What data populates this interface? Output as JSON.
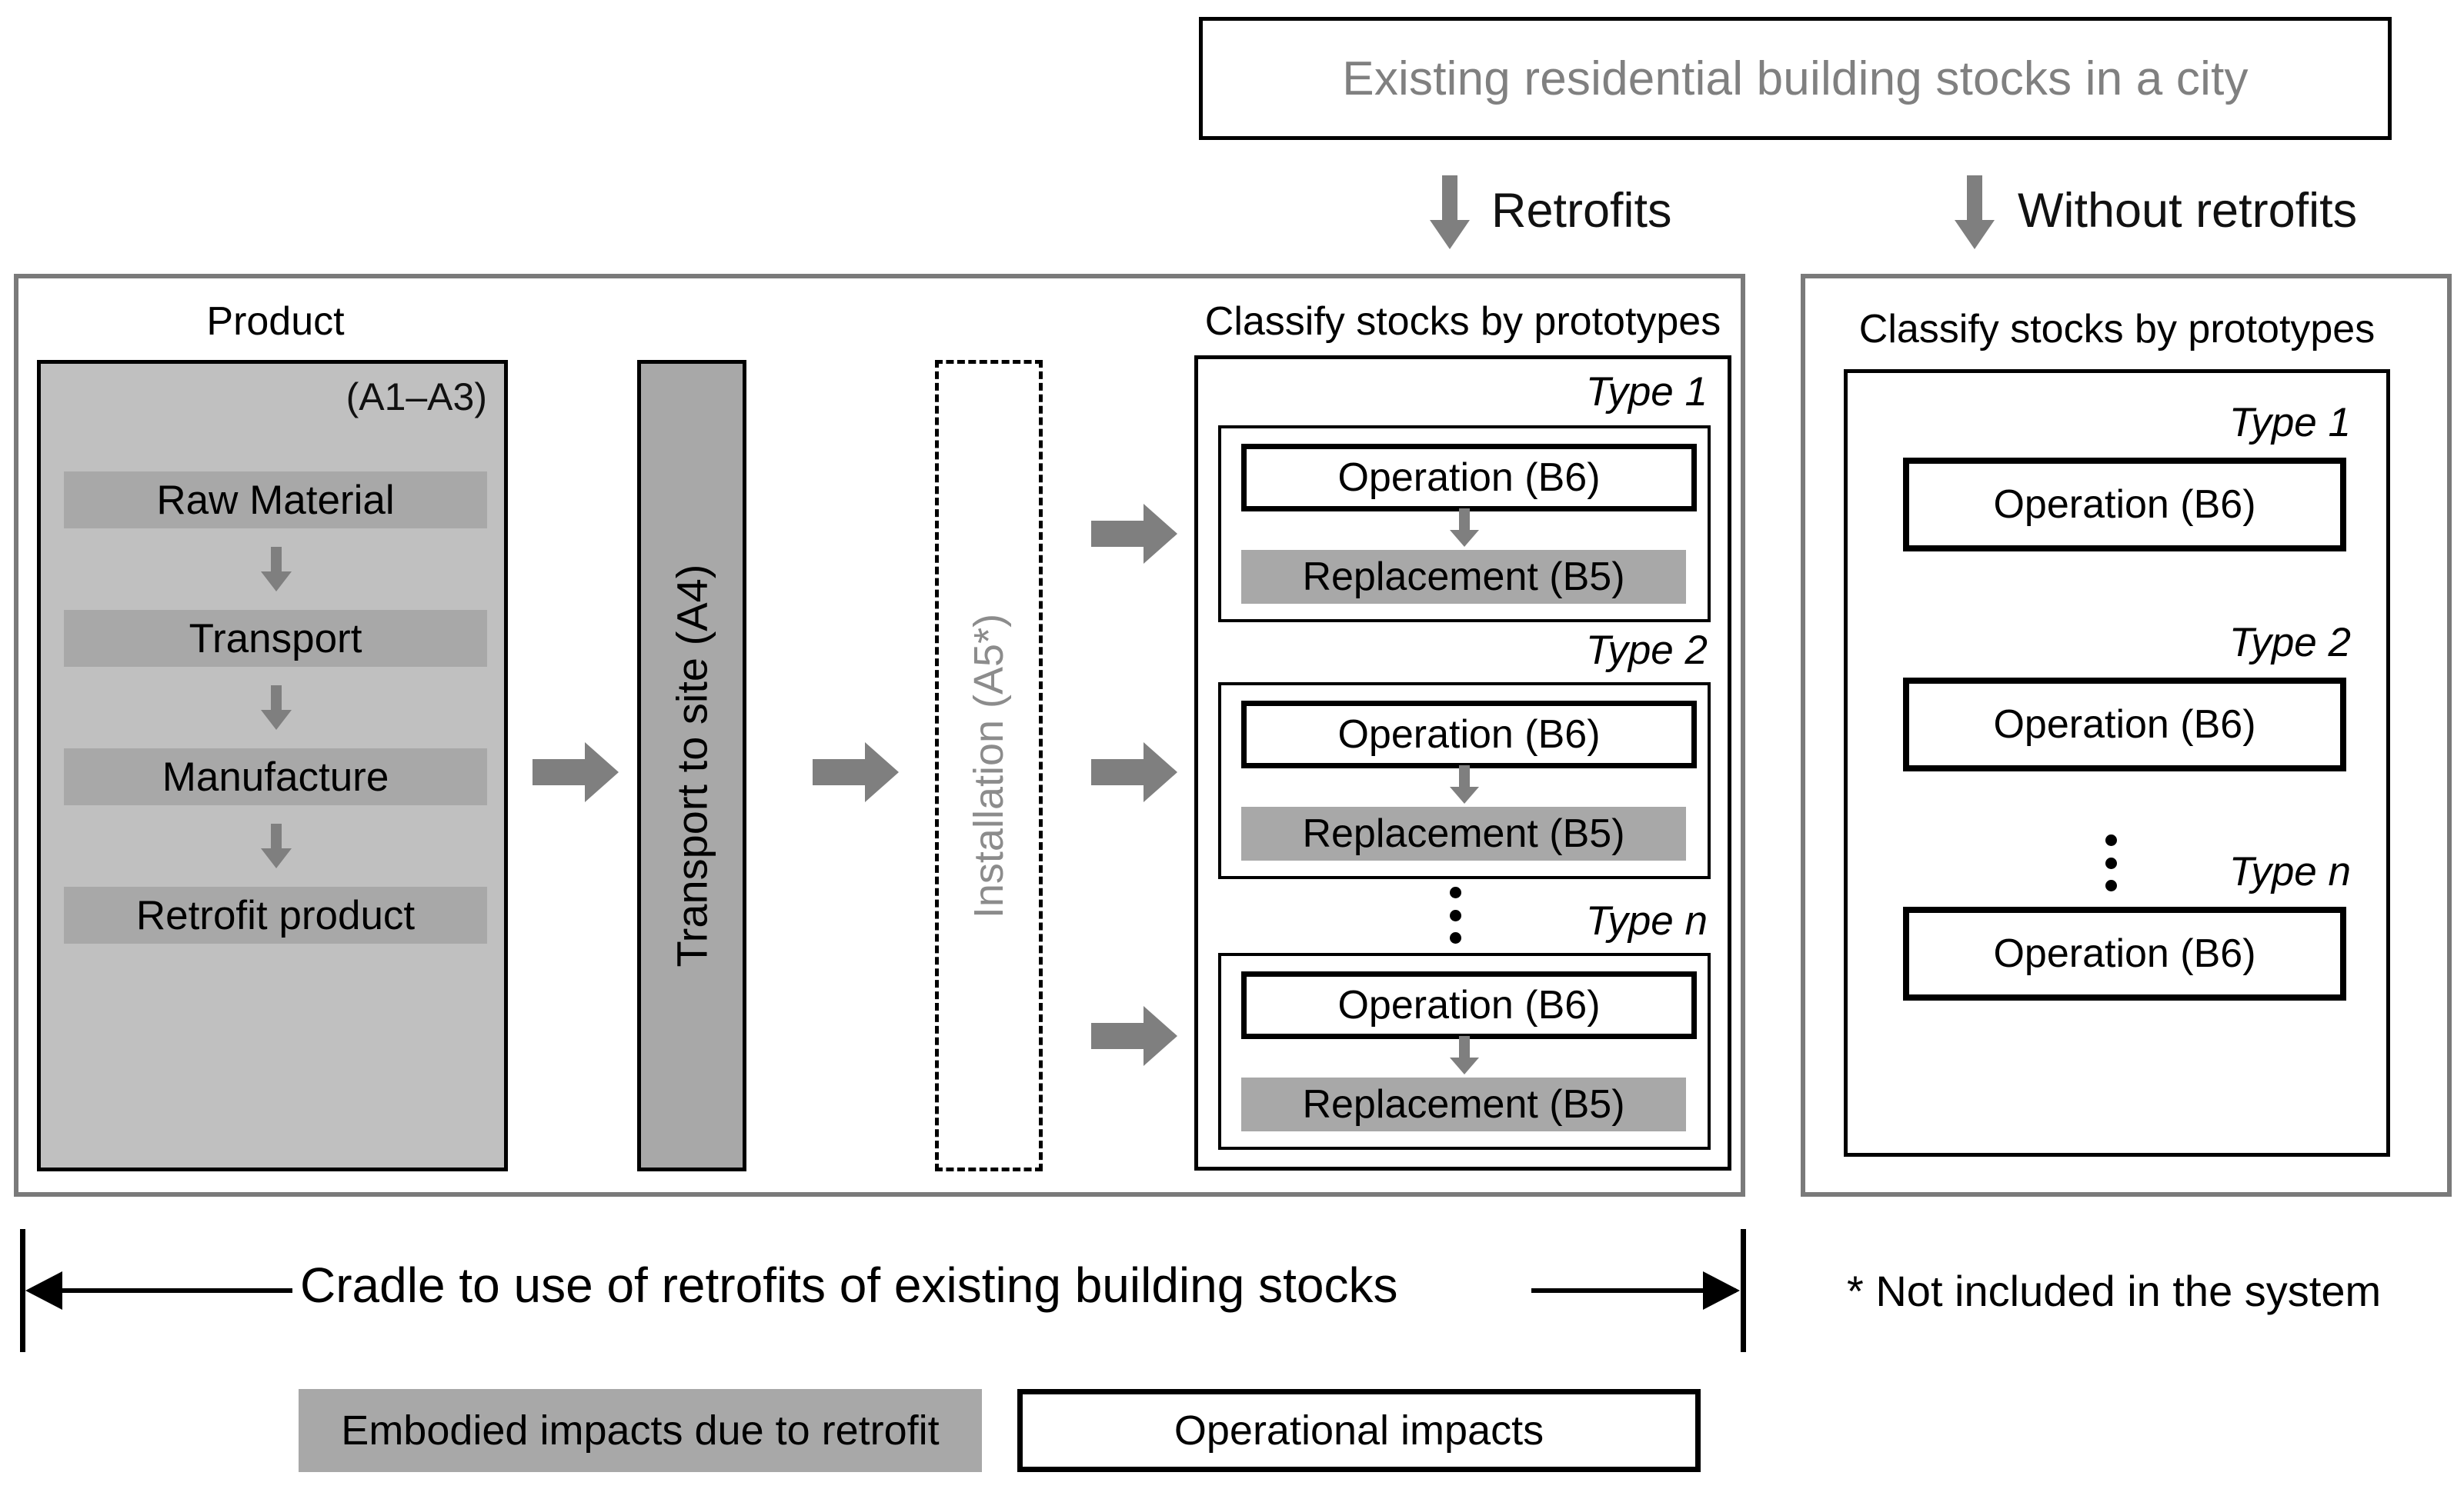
{
  "header": {
    "title": "Existing residential building stocks in a city"
  },
  "flow_branches": [
    {
      "label": "Retrofits",
      "icon": "down-arrow-icon"
    },
    {
      "label": "Without retrofits",
      "icon": "down-arrow-icon"
    }
  ],
  "left_panel": {
    "product": {
      "caption": "Product",
      "module_code": "(A1–A3)",
      "stages": [
        "Raw Material",
        "Transport",
        "Manufacture",
        "Retrofit product"
      ]
    },
    "transport_to_site": "Transport to site (A4)",
    "installation": "Installation (A5*)",
    "classify": {
      "caption": "Classify stocks by prototypes",
      "types": [
        {
          "label": "Type 1",
          "operation": "Operation (B6)",
          "replacement": "Replacement (B5)"
        },
        {
          "label": "Type 2",
          "operation": "Operation (B6)",
          "replacement": "Replacement (B5)"
        },
        {
          "label": "Type n",
          "operation": "Operation (B6)",
          "replacement": "Replacement (B5)"
        }
      ],
      "ellipsis": "vertical-ellipsis"
    }
  },
  "right_panel": {
    "classify": {
      "caption": "Classify stocks by prototypes",
      "types": [
        {
          "label": "Type 1",
          "operation": "Operation (B6)"
        },
        {
          "label": "Type 2",
          "operation": "Operation (B6)"
        },
        {
          "label": "Type n",
          "operation": "Operation (B6)"
        }
      ],
      "ellipsis": "vertical-ellipsis"
    }
  },
  "scope": {
    "span_label": "Cradle to use of retrofits of existing building stocks",
    "footnote": "* Not included in the system"
  },
  "legend": [
    {
      "swatch": "gray-filled",
      "label": "Embodied impacts due to retrofit"
    },
    {
      "swatch": "white-outlined",
      "label": "Operational impacts"
    }
  ],
  "colors": {
    "panel_border": "#7a7a7a",
    "product_fill": "#c0c0c0",
    "stage_fill": "#a8a8a8",
    "arrow_gray": "#7f7f7f",
    "muted_text": "#808080"
  }
}
